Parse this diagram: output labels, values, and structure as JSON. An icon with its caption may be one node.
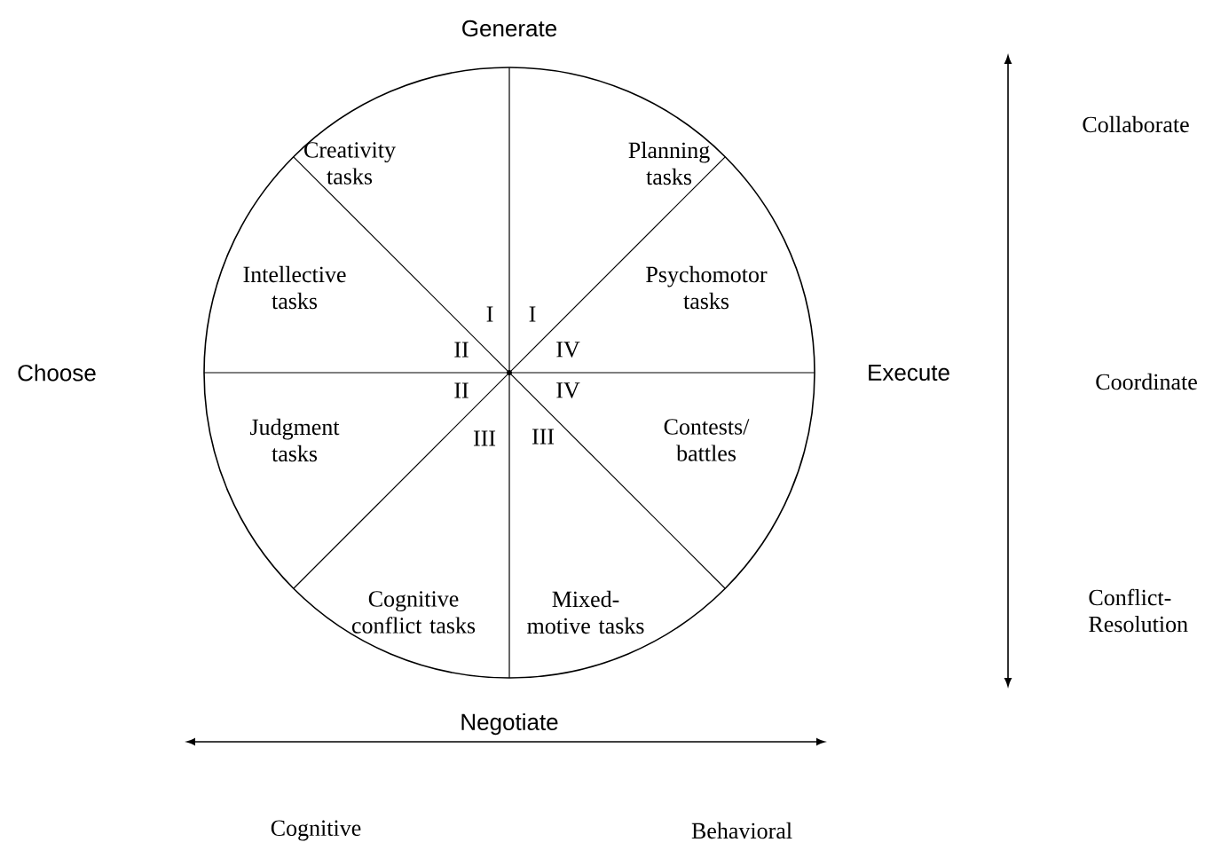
{
  "diagram": {
    "nodes": [
      {
        "text": [
          "Creativity tasks"
        ]
      },
      {
        "text": [
          "Planning tasks"
        ]
      },
      {
        "text": [
          "Intellective tasks"
        ]
      },
      {
        "text": [
          "Psychomotor tasks"
        ]
      },
      {
        "text": [
          "Judgment tasks"
        ]
      },
      {
        "text": [
          "Contests/ battles"
        ]
      },
      {
        "text": [
          "Cognitive conflict tasks"
        ]
      },
      {
        "text": [
          "Mixed-motive tasks"
        ]
      }
    ],
    "edges": [],
    "labels": [
      "Generate",
      "Collaborate",
      "I",
      "I",
      "II",
      "IV",
      "Choose",
      "Execute",
      "Coordinate",
      "II",
      "IV",
      "III",
      "III",
      "Conflict-Resolution",
      "Negotiate",
      "Cognitive",
      "Behavioral"
    ]
  }
}
